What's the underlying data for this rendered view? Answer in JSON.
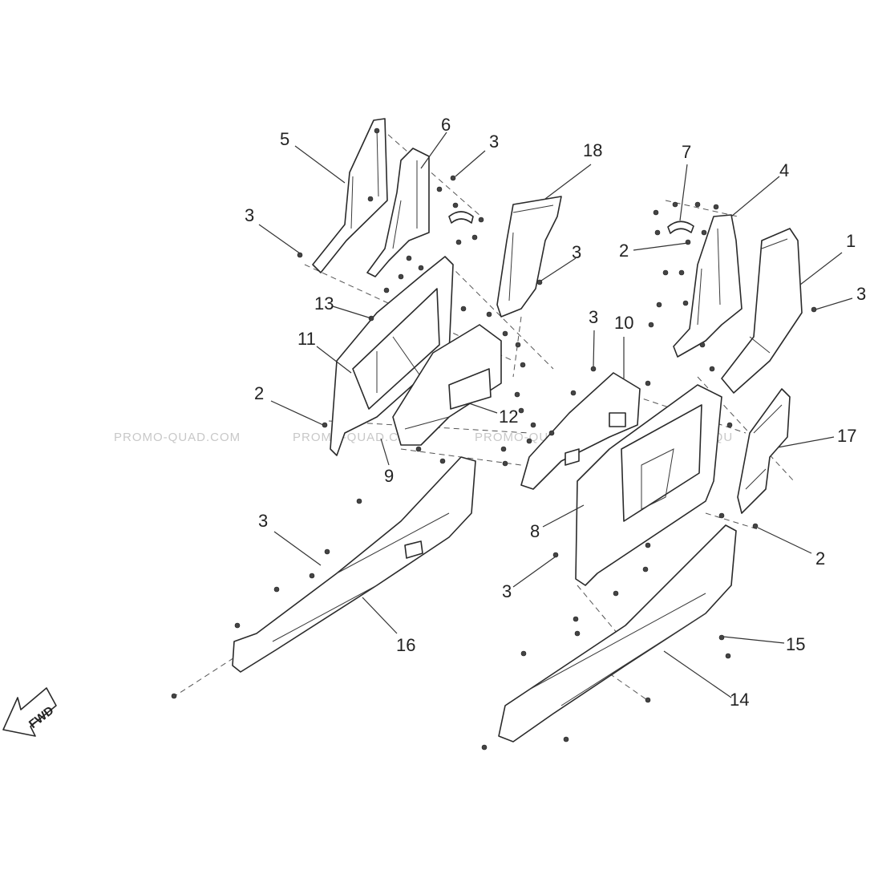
{
  "watermarks": [
    "PROMO-QUAD.COM",
    "PROMO-QUAD.COM",
    "PROMO-QUAD.COM",
    "PROMO-QU"
  ],
  "direction_label": "FWD",
  "callouts": {
    "c1": "1",
    "c2a": "2",
    "c2b": "2",
    "c2c": "2",
    "c3a": "3",
    "c3b": "3",
    "c3c": "3",
    "c3d": "3",
    "c3e": "3",
    "c3f": "3",
    "c3g": "3",
    "c4": "4",
    "c5": "5",
    "c6": "6",
    "c7": "7",
    "c8": "8",
    "c9": "9",
    "c10": "10",
    "c11": "11",
    "c12": "12",
    "c13": "13",
    "c14": "14",
    "c15": "15",
    "c16": "16",
    "c17": "17",
    "c18": "18"
  }
}
